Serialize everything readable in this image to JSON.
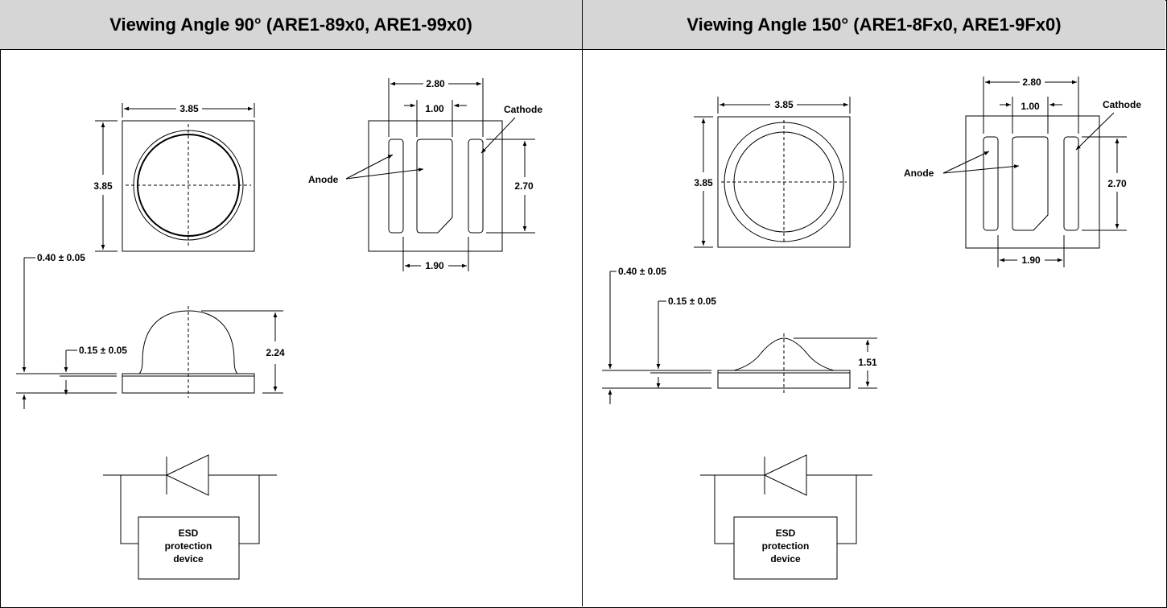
{
  "left": {
    "header": "Viewing Angle 90° (ARE1-89x0, ARE1-99x0)",
    "top_view": {
      "width_dim": "3.85",
      "height_dim": "3.85"
    },
    "pad_view": {
      "overall_dim": "2.80",
      "center_pad_dim": "1.00",
      "pad_height_dim": "2.70",
      "bottom_dim": "1.90",
      "cathode_label": "Cathode",
      "anode_label": "Anode"
    },
    "side_view": {
      "dim_a": "0.40 ± 0.05",
      "dim_b": "0.15 ± 0.05",
      "height_dim": "2.24"
    },
    "circuit": {
      "esd_line1": "ESD",
      "esd_line2": "protection",
      "esd_line3": "device"
    }
  },
  "right": {
    "header": "Viewing Angle 150° (ARE1-8Fx0, ARE1-9Fx0)",
    "top_view": {
      "width_dim": "3.85",
      "height_dim": "3.85"
    },
    "pad_view": {
      "overall_dim": "2.80",
      "center_pad_dim": "1.00",
      "pad_height_dim": "2.70",
      "bottom_dim": "1.90",
      "cathode_label": "Cathode",
      "anode_label": "Anode"
    },
    "side_view": {
      "dim_a": "0.40 ± 0.05",
      "dim_b": "0.15 ± 0.05",
      "height_dim": "1.51"
    },
    "circuit": {
      "esd_line1": "ESD",
      "esd_line2": "protection",
      "esd_line3": "device"
    }
  }
}
